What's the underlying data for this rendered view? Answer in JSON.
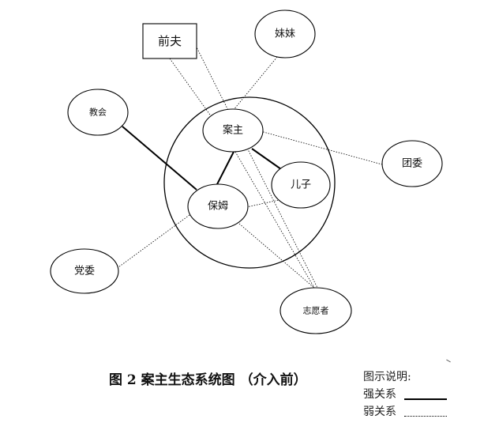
{
  "diagram": {
    "nodes": [
      {
        "id": "ex_husband",
        "label": "前夫",
        "shape": "rect"
      },
      {
        "id": "sister",
        "label": "妹妹",
        "shape": "ellipse"
      },
      {
        "id": "church",
        "label": "教会",
        "shape": "ellipse"
      },
      {
        "id": "client",
        "label": "案主",
        "shape": "ellipse"
      },
      {
        "id": "youth_league",
        "label": "团委",
        "shape": "ellipse"
      },
      {
        "id": "son",
        "label": "儿子",
        "shape": "ellipse"
      },
      {
        "id": "nanny",
        "label": "保姆",
        "shape": "ellipse"
      },
      {
        "id": "party_committee",
        "label": "党委",
        "shape": "ellipse"
      },
      {
        "id": "volunteer",
        "label": "志愿者",
        "shape": "ellipse"
      }
    ],
    "edges": [
      {
        "from": "church",
        "to": "nanny",
        "type": "strong"
      },
      {
        "from": "client",
        "to": "nanny",
        "type": "strong"
      },
      {
        "from": "client",
        "to": "son",
        "type": "strong"
      },
      {
        "from": "ex_husband",
        "to": "client",
        "type": "weak"
      },
      {
        "from": "sister",
        "to": "client",
        "type": "weak"
      },
      {
        "from": "client",
        "to": "youth_league",
        "type": "weak"
      },
      {
        "from": "nanny",
        "to": "son",
        "type": "weak"
      },
      {
        "from": "nanny",
        "to": "party_committee",
        "type": "weak"
      },
      {
        "from": "nanny",
        "to": "volunteer",
        "type": "weak"
      },
      {
        "from": "client",
        "to": "volunteer",
        "type": "weak"
      },
      {
        "from": "ex_husband",
        "to": "volunteer",
        "type": "weak"
      }
    ],
    "household_boundary": "family"
  },
  "caption": "图 2 案主生态系统图 （介入前）",
  "legend": {
    "title": "图示说明:",
    "strong_label": "强关系",
    "weak_label": "弱关系"
  },
  "colors": {
    "line": "#000000",
    "background": "#ffffff"
  }
}
